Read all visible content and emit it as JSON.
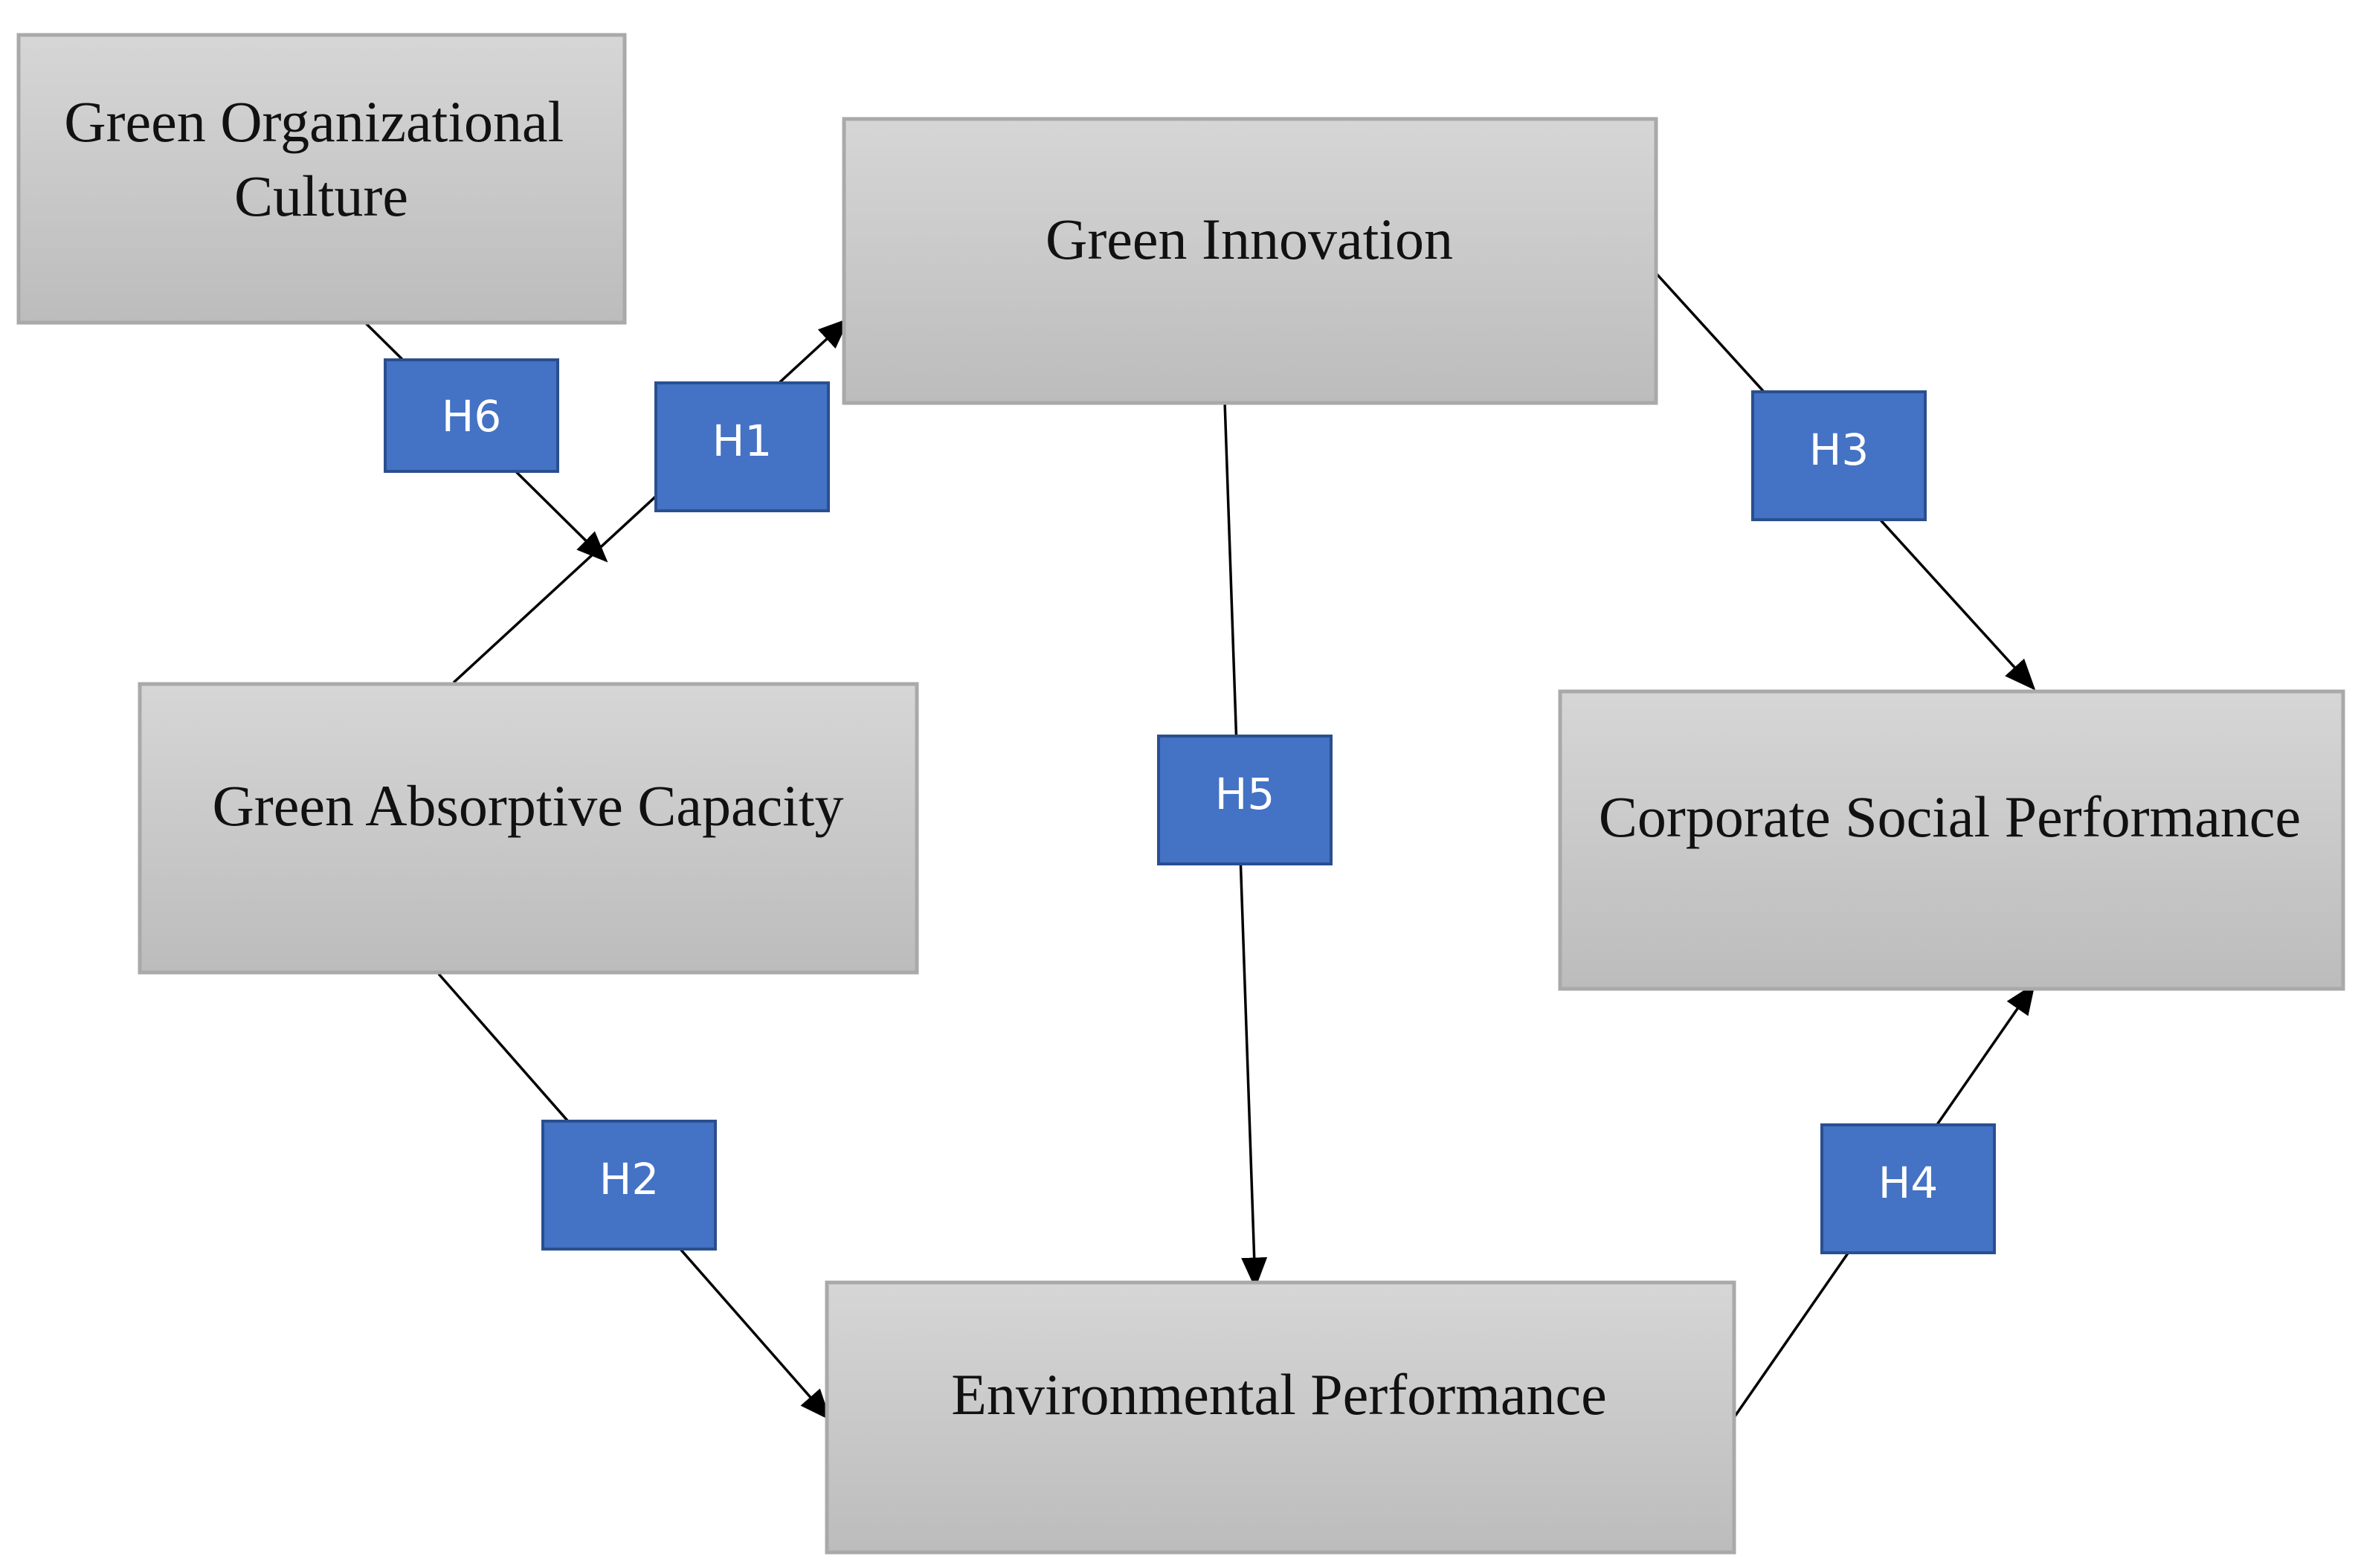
{
  "constructs": {
    "green_organizational_culture": [
      "Green Organizational",
      "Culture"
    ],
    "green_innovation": [
      "Green Innovation"
    ],
    "green_absorptive_capacity": [
      "Green Absorptive Capacity"
    ],
    "corporate_social_performance": [
      "Corporate Social Performance"
    ],
    "environmental_performance": [
      "Environmental Performance"
    ]
  },
  "hypotheses": {
    "h1": "H1",
    "h2": "H2",
    "h3": "H3",
    "h4": "H4",
    "h5": "H5",
    "h6": "H6"
  },
  "colors": {
    "construct_fill_top": "#d6d6d6",
    "construct_fill_bottom": "#bcbcbc",
    "construct_border": "#a9a9a9",
    "hypothesis_fill": "#4472c4",
    "hypothesis_border": "#2a4f8f",
    "arrow": "#000000"
  }
}
